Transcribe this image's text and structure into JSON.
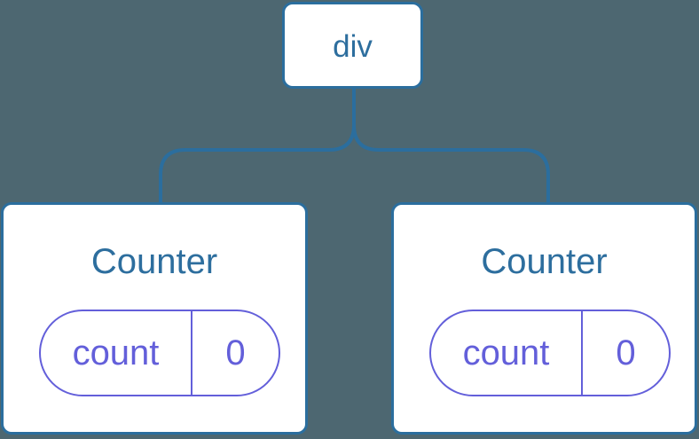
{
  "colors": {
    "bg": "#4d6771",
    "line": "#2b6e9e",
    "text_blue": "#2d6e9e",
    "purple": "#635fda",
    "card_bg": "#ffffff"
  },
  "tree": {
    "root": {
      "label": "div"
    },
    "children": [
      {
        "title": "Counter",
        "state": [
          {
            "name": "count",
            "value": "0"
          }
        ]
      },
      {
        "title": "Counter",
        "state": [
          {
            "name": "count",
            "value": "0"
          }
        ]
      }
    ]
  }
}
